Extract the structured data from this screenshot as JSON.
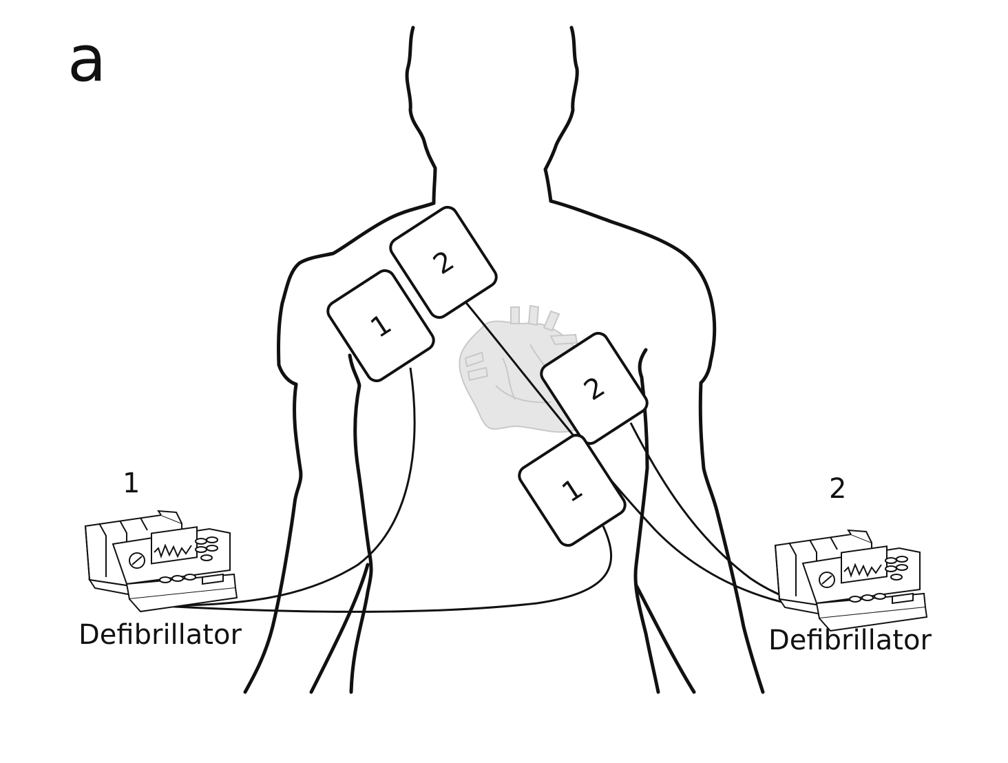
{
  "panel_label": "a",
  "pads": [
    {
      "label": "1"
    },
    {
      "label": "2"
    },
    {
      "label": "2"
    },
    {
      "label": "1"
    }
  ],
  "devices": [
    {
      "number": "1",
      "name": "Defibrillator",
      "screen_color": "#ffffff"
    },
    {
      "number": "2",
      "name": "Defibrillator",
      "screen_color": "#ffffff"
    }
  ],
  "colors": {
    "outline": "#111111",
    "heart_fill": "#e6e6e6",
    "heart_stroke": "#c8c8c8"
  }
}
